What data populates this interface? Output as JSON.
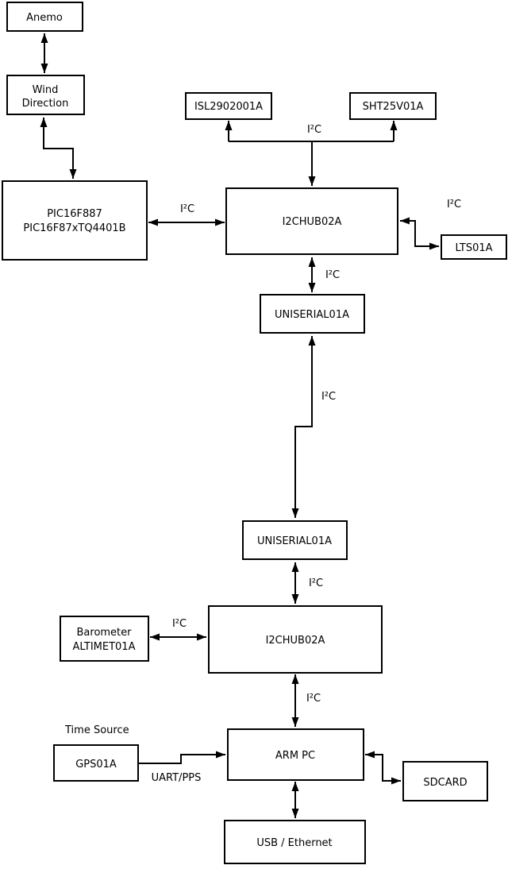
{
  "colors": {
    "background": "#ffffff",
    "line": "#000000",
    "box_fill": "#ffffff",
    "text": "#000000"
  },
  "nodes": {
    "anemo": {
      "label": "Anemo"
    },
    "wind_direction": {
      "line1": "Wind",
      "line2": "Direction"
    },
    "pic": {
      "line1": "PIC16F887",
      "line2": "PIC16F87xTQ4401B"
    },
    "isl": {
      "label": "ISL2902001A"
    },
    "sht": {
      "label": "SHT25V01A"
    },
    "i2chub_top": {
      "label": "I2CHUB02A"
    },
    "lts": {
      "label": "LTS01A"
    },
    "uniserial_top": {
      "label": "UNISERIAL01A"
    },
    "uniserial_bottom": {
      "label": "UNISERIAL01A"
    },
    "barometer": {
      "line1": "Barometer",
      "line2": "ALTIMET01A"
    },
    "i2chub_bottom": {
      "label": "I2CHUB02A"
    },
    "gps": {
      "label": "GPS01A"
    },
    "arm_pc": {
      "label": "ARM PC"
    },
    "sdcard": {
      "label": "SDCARD"
    },
    "usb_ethernet": {
      "label": "USB / Ethernet"
    }
  },
  "labels": {
    "i2c": "I²C",
    "uart_pps": "UART/PPS",
    "time_source": "Time Source"
  }
}
